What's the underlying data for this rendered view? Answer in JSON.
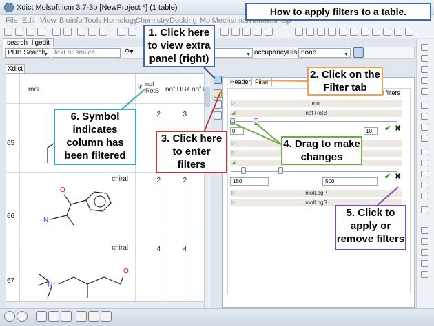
{
  "window": {
    "title": "Xdict Molsoft icm 3.7-3b  [NewProject *] (1 table)"
  },
  "menu": [
    "File",
    "Edit",
    "View",
    "Bioinfo",
    "Tools",
    "Homology",
    "Chemistry",
    "Docking",
    "MolMechanics",
    "Windows",
    "Help"
  ],
  "tabs": {
    "search": "search",
    "ligedit": "ligedit"
  },
  "search": {
    "source": "PDB Search",
    "placeholder": "text or smiles",
    "occupancy_label": "occupancyDisplay",
    "occupancy_value": "none"
  },
  "doc_tab": "Xdict",
  "table": {
    "headers": {
      "mol": "mol",
      "rotb": "nof\nRotB",
      "hba": "nof HBA",
      "hbd": "nof H"
    },
    "rows": [
      {
        "index": "65",
        "rotb": "2",
        "hba": "3",
        "label": ""
      },
      {
        "index": "66",
        "rotb": "2",
        "hba": "2",
        "label": "chiral"
      },
      {
        "index": "67",
        "rotb": "4",
        "hba": "4",
        "label": "chiral"
      }
    ]
  },
  "panel": {
    "tab_header": "Header",
    "tab_filter": "Filter",
    "all_filters": "all filters",
    "rows": [
      "mol",
      "nof RotB",
      "molLogP",
      "molLogS"
    ],
    "rotb_min": "0",
    "rotb_max": "10",
    "range_min": "150",
    "range_max": "500"
  },
  "callouts": {
    "title": "How to apply filters to a table.",
    "c1": "1. Click here to view extra panel (right)",
    "c2": "2. Click on the Filter tab",
    "c3": "3. Click here to enter filters",
    "c4": "4. Drag to make changes",
    "c5": "5. Click to apply or remove filters",
    "c6": "6. Symbol indicates column has been filtered"
  }
}
